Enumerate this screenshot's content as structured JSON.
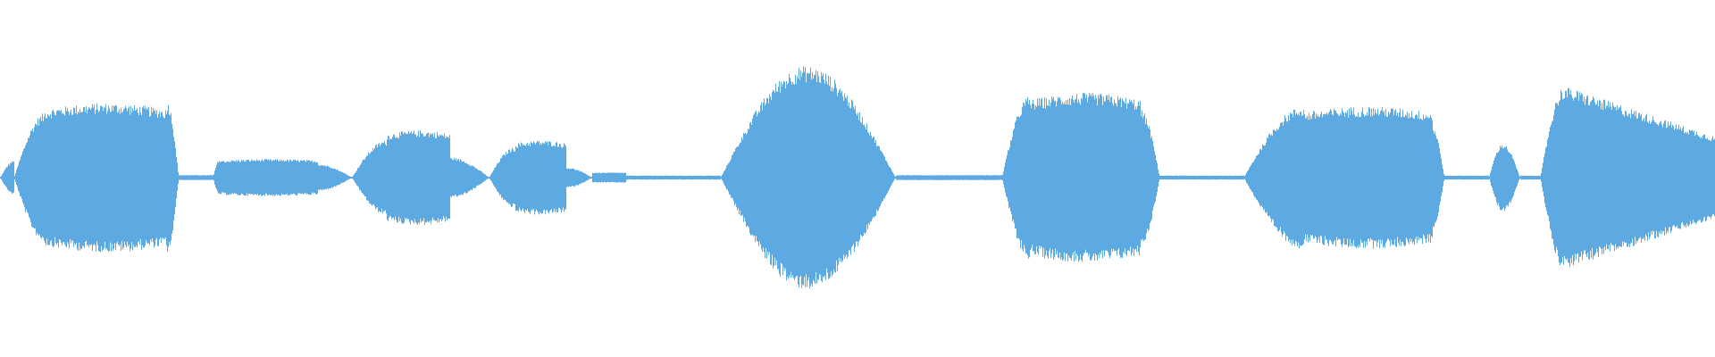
{
  "waveform": {
    "color": "#5DAAE2",
    "background": "#FFFFFF",
    "amplitude_scale": 1.0,
    "segments": [
      {
        "from": 0.0,
        "to": 0.008,
        "shape": "rise",
        "peak": 0.1
      },
      {
        "from": 0.008,
        "to": 0.026,
        "shape": "rise",
        "peak": 0.38
      },
      {
        "from": 0.026,
        "to": 0.097,
        "shape": "plateau",
        "peak": 0.44
      },
      {
        "from": 0.097,
        "to": 0.104,
        "shape": "fall",
        "peak": 0.46
      },
      {
        "from": 0.104,
        "to": 0.124,
        "shape": "noise",
        "peak": 0.015
      },
      {
        "from": 0.124,
        "to": 0.128,
        "shape": "rise",
        "peak": 0.11
      },
      {
        "from": 0.128,
        "to": 0.185,
        "shape": "plateau",
        "peak": 0.11
      },
      {
        "from": 0.185,
        "to": 0.205,
        "shape": "fall",
        "peak": 0.08
      },
      {
        "from": 0.205,
        "to": 0.225,
        "shape": "rise",
        "peak": 0.22
      },
      {
        "from": 0.225,
        "to": 0.262,
        "shape": "plateau",
        "peak": 0.28
      },
      {
        "from": 0.262,
        "to": 0.285,
        "shape": "fall",
        "peak": 0.12
      },
      {
        "from": 0.285,
        "to": 0.3,
        "shape": "rise",
        "peak": 0.18
      },
      {
        "from": 0.3,
        "to": 0.33,
        "shape": "plateau",
        "peak": 0.22
      },
      {
        "from": 0.33,
        "to": 0.345,
        "shape": "fall",
        "peak": 0.06
      },
      {
        "from": 0.345,
        "to": 0.365,
        "shape": "noise",
        "peak": 0.03
      },
      {
        "from": 0.365,
        "to": 0.42,
        "shape": "noise",
        "peak": 0.012
      },
      {
        "from": 0.42,
        "to": 0.47,
        "shape": "rise",
        "peak": 0.66
      },
      {
        "from": 0.47,
        "to": 0.522,
        "shape": "fall",
        "peak": 0.66
      },
      {
        "from": 0.522,
        "to": 0.584,
        "shape": "noise",
        "peak": 0.015
      },
      {
        "from": 0.584,
        "to": 0.6,
        "shape": "rise",
        "peak": 0.48
      },
      {
        "from": 0.6,
        "to": 0.665,
        "shape": "plateau",
        "peak": 0.5
      },
      {
        "from": 0.665,
        "to": 0.676,
        "shape": "fall",
        "peak": 0.4
      },
      {
        "from": 0.676,
        "to": 0.725,
        "shape": "noise",
        "peak": 0.012
      },
      {
        "from": 0.725,
        "to": 0.76,
        "shape": "rise",
        "peak": 0.42
      },
      {
        "from": 0.76,
        "to": 0.835,
        "shape": "plateau",
        "peak": 0.42
      },
      {
        "from": 0.835,
        "to": 0.842,
        "shape": "fall",
        "peak": 0.3
      },
      {
        "from": 0.842,
        "to": 0.868,
        "shape": "noise",
        "peak": 0.012
      },
      {
        "from": 0.868,
        "to": 0.876,
        "shape": "rise",
        "peak": 0.2
      },
      {
        "from": 0.876,
        "to": 0.886,
        "shape": "fall",
        "peak": 0.2
      },
      {
        "from": 0.886,
        "to": 0.898,
        "shape": "noise",
        "peak": 0.012
      },
      {
        "from": 0.898,
        "to": 0.912,
        "shape": "rise",
        "peak": 0.54
      },
      {
        "from": 0.912,
        "to": 1.0,
        "shape": "fall-slow",
        "peak": 0.54
      }
    ]
  }
}
